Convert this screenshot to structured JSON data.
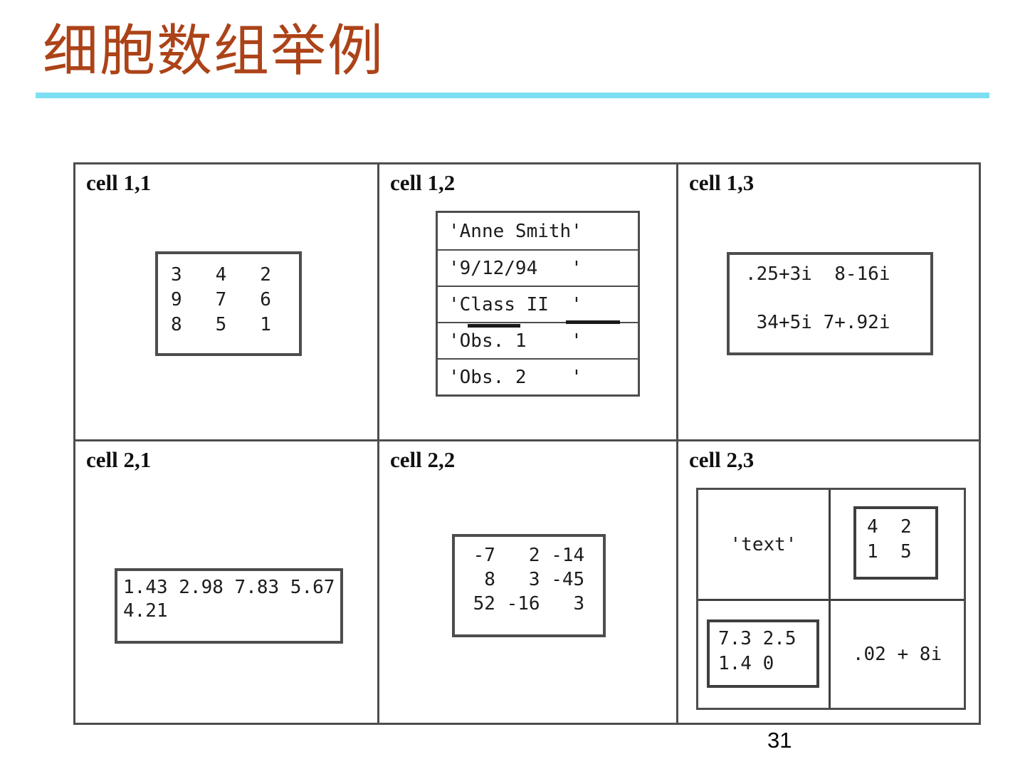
{
  "slide": {
    "title": "细胞数组举例",
    "page_number": "31"
  },
  "colors": {
    "title_text": "#AC4318",
    "title_underline": "#7CDFF2",
    "diagram_border": "#4d4d4d",
    "text": "#1c1c1c"
  },
  "cells": [
    {
      "label": "cell 1,1",
      "matrix": "3   4   2\n9   7   6\n8   5   1"
    },
    {
      "label": "cell 1,2",
      "rows": [
        "'Anne Smith'",
        "'9/12/94   '",
        "'Class II  '",
        "'Obs. 1    '",
        "'Obs. 2    '"
      ]
    },
    {
      "label": "cell 1,3",
      "matrix": ".25+3i  8-16i\n\n 34+5i 7+.92i"
    },
    {
      "label": "cell 2,1",
      "matrix": "1.43 2.98 7.83 5.67\n4.21"
    },
    {
      "label": "cell 2,2",
      "matrix": " -7   2 -14\n  8   3 -45\n 52 -16   3"
    },
    {
      "label": "cell 2,3",
      "nested": {
        "top_left": "'text'",
        "top_right": "4  2\n1  5",
        "bottom_left": "7.3 2.5\n1.4 0",
        "bottom_right": ".02 + 8i"
      }
    }
  ]
}
